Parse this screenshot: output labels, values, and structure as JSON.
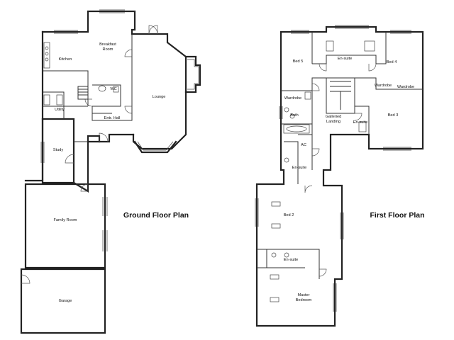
{
  "titles": {
    "ground": "Ground Floor Plan",
    "first": "First Floor Plan"
  },
  "ground_rooms": {
    "breakfast_room": "Breakfast\nRoom",
    "kitchen": "Kitchen",
    "wc": "WC",
    "lounge": "Lounge",
    "utility": "Utility",
    "entrance_hall": "Entr. Hall",
    "study": "Study",
    "family_room": "Family Room",
    "garage": "Garage"
  },
  "first_rooms": {
    "bed5": "Bed 5",
    "ensuite_top": "En-suite",
    "bed4": "Bed 4",
    "wardrobe_left": "Wardrobe",
    "wardrobe_mid": "Wardrobe",
    "wardrobe_right": "Wardrobe",
    "bath": "Bath",
    "galleried_landing": "Galleried\nLanding",
    "ensuite_right": "En-suite",
    "bed3": "Bed 3",
    "ac": "AC",
    "ensuite_mid": "En-suite",
    "bed2": "Bed 2",
    "ensuite_master": "En-suite",
    "master_bedroom": "Master\nBedroom"
  }
}
